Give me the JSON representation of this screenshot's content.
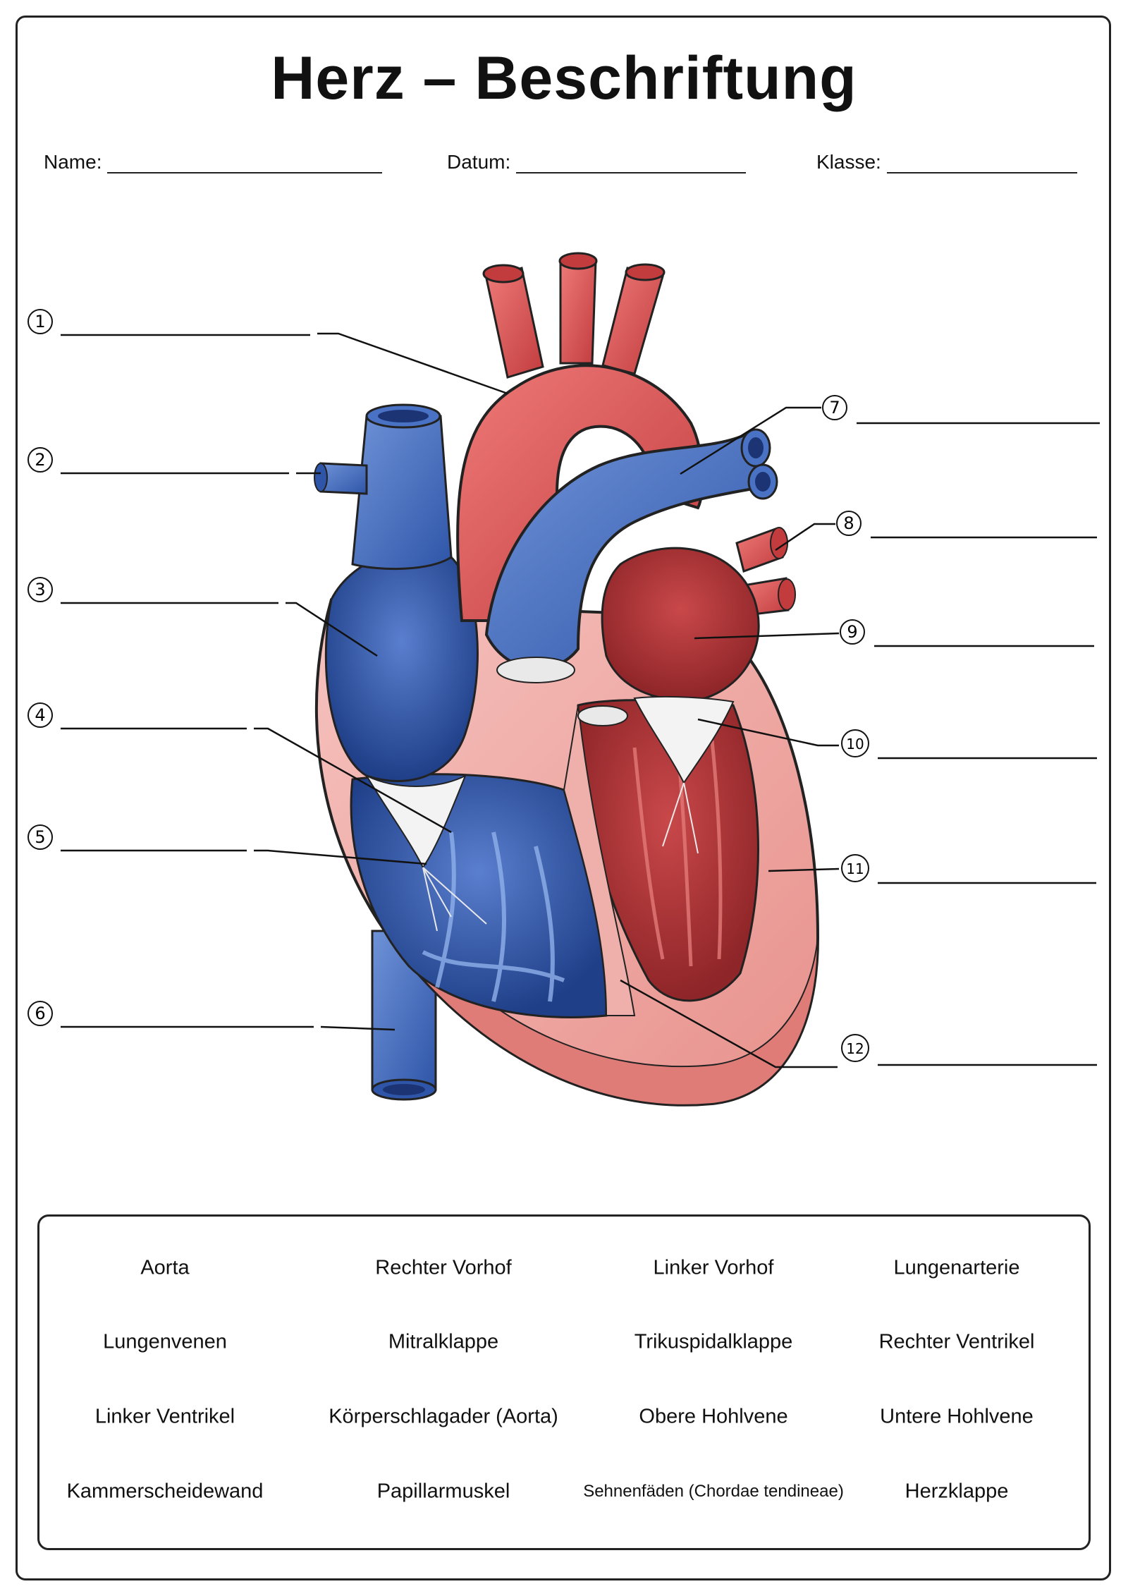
{
  "title": "Herz – Beschriftung",
  "fields": {
    "name_label": "Name:",
    "date_label": "Datum:",
    "class_label": "Klasse:"
  },
  "callouts": [
    "1",
    "2",
    "3",
    "4",
    "5",
    "6",
    "7",
    "8",
    "9",
    "10",
    "11",
    "12"
  ],
  "callout_glyphs": [
    "①",
    "②",
    "③",
    "④",
    "⑤",
    "⑥",
    "⑦",
    "⑧",
    "⑨",
    "⑩",
    "⑪",
    "⑫"
  ],
  "colors": {
    "oxygen_poor": "#4a72c4",
    "oxygen_rich": "#d9575a",
    "muscle": "#f0a8a4",
    "outline": "#222222"
  },
  "word_bank": [
    [
      "Aorta",
      "Rechter Vorhof",
      "Linker Vorhof",
      "Lungenarterie"
    ],
    [
      "Lungenvenen",
      "Mitralklappe",
      "Trikuspidalklappe",
      "Rechter Ventrikel"
    ],
    [
      "Linker Ventrikel",
      "Körperschlagader (Aorta)",
      "Obere Hohlvene",
      "Untere Hohlvene"
    ],
    [
      "Kammerscheidewand",
      "Papillarmuskel",
      "Sehnenfäden (Chordae tendineae)",
      "Herzklappe"
    ]
  ]
}
